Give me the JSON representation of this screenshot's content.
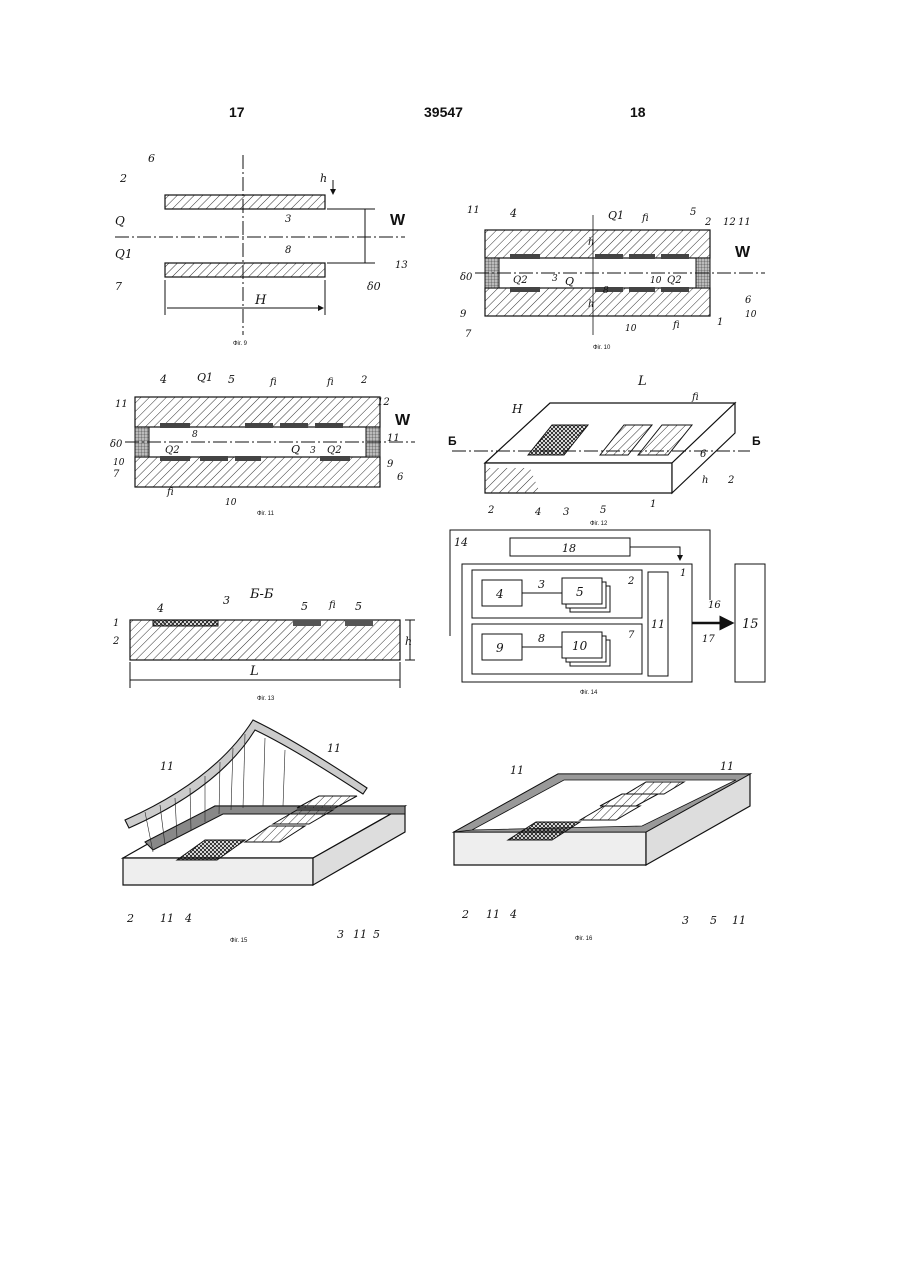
{
  "header": {
    "left_page": "17",
    "patent_number": "39547",
    "right_page": "18"
  },
  "figures": {
    "fig9": {
      "caption": "Фіг. 9",
      "labels": [
        "2",
        "6",
        "h",
        "Q",
        "3",
        "W",
        "13",
        "Q1",
        "8",
        "7",
        "H",
        "δ0"
      ]
    },
    "fig10": {
      "caption": "Фіг. 10",
      "labels": [
        "11",
        "4",
        "h",
        "Q1",
        "fi",
        "5",
        "2",
        "12",
        "11",
        "W",
        "δ0",
        "Q2",
        "Q",
        "3",
        "8",
        "10",
        "Q2",
        "6",
        "9",
        "h",
        "10",
        "fi",
        "1",
        "10",
        "7"
      ]
    },
    "fig11": {
      "caption": "Фіг. 11",
      "labels": [
        "4",
        "Q1",
        "5",
        "fi",
        "fi",
        "2",
        "11",
        "12",
        "W",
        "δ0",
        "8",
        "Q2",
        "Q",
        "3",
        "Q2",
        "11",
        "10",
        "9",
        "6",
        "7",
        "fi",
        "10"
      ]
    },
    "fig12": {
      "caption": "Фіг. 12",
      "labels": [
        "H",
        "L",
        "fi",
        "Б",
        "Б",
        "6",
        "h",
        "2",
        "2",
        "4",
        "3",
        "5",
        "1"
      ]
    },
    "fig13": {
      "caption": "Фіг. 13",
      "section": "Б-Б",
      "labels": [
        "4",
        "3",
        "5",
        "fi",
        "5",
        "1",
        "2",
        "h",
        "L"
      ]
    },
    "fig14": {
      "caption": "Фіг. 14",
      "labels": [
        "14",
        "18",
        "1",
        "4",
        "3",
        "5",
        "2",
        "11",
        "16",
        "15",
        "17",
        "9",
        "8",
        "10",
        "7"
      ]
    },
    "fig15": {
      "caption": "Фіг. 15",
      "labels": [
        "11",
        "11",
        "2",
        "11",
        "4",
        "3",
        "11",
        "5"
      ]
    },
    "fig16": {
      "caption": "Фіг. 16",
      "labels": [
        "11",
        "11",
        "2",
        "11",
        "4",
        "3",
        "5",
        "11"
      ]
    }
  }
}
